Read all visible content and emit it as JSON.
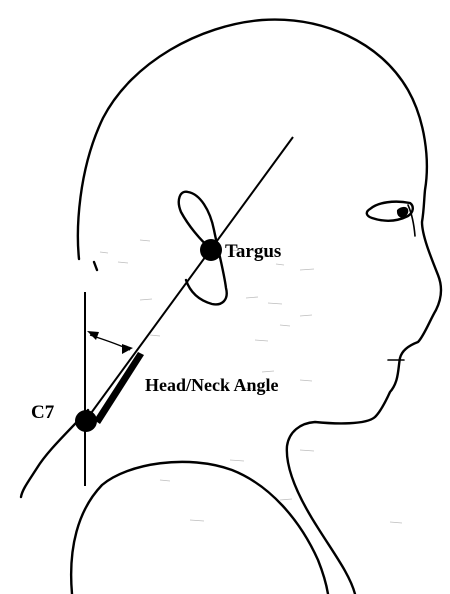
{
  "labels": {
    "targus": "Targus",
    "angle": "Head/Neck Angle",
    "c7": "C7"
  },
  "colors": {
    "line": "#000000",
    "background": "#ffffff"
  }
}
